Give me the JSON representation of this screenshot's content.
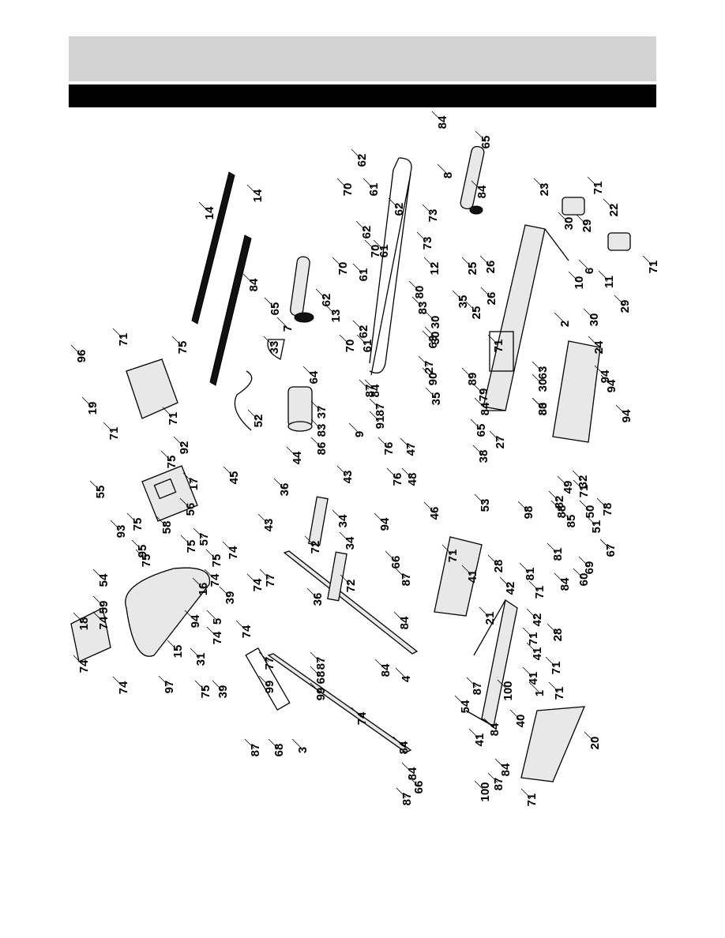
{
  "header": {
    "band_color": "#d3d3d3",
    "title_bar_color": "#000000"
  },
  "diagram": {
    "callouts": [
      "84",
      "65",
      "8",
      "84",
      "23",
      "71",
      "22",
      "71",
      "30",
      "29",
      "6",
      "11",
      "10",
      "30",
      "29",
      "25",
      "26",
      "35",
      "25",
      "26",
      "2",
      "62",
      "70",
      "61",
      "62",
      "73",
      "62",
      "70",
      "61",
      "73",
      "12",
      "62",
      "13",
      "70",
      "61",
      "80",
      "83",
      "30",
      "30",
      "63",
      "62",
      "70",
      "61",
      "71",
      "24",
      "94",
      "94",
      "94",
      "63",
      "30",
      "83",
      "80",
      "27",
      "35",
      "90",
      "89",
      "87",
      "84",
      "79",
      "84",
      "87",
      "91",
      "65",
      "9",
      "38",
      "27",
      "64",
      "86",
      "83",
      "37",
      "44",
      "33",
      "7",
      "65",
      "84",
      "14",
      "14",
      "96",
      "71",
      "19",
      "71",
      "75",
      "71",
      "92",
      "75",
      "52",
      "45",
      "55",
      "93",
      "75",
      "56",
      "17",
      "75",
      "58",
      "75",
      "95",
      "75",
      "57",
      "43",
      "36",
      "72",
      "34",
      "43",
      "36",
      "72",
      "34",
      "76",
      "47",
      "76",
      "48",
      "94",
      "46",
      "53",
      "49",
      "32",
      "71",
      "82",
      "50",
      "78",
      "88",
      "85",
      "51",
      "98",
      "81",
      "84",
      "60",
      "69",
      "67",
      "81",
      "71",
      "42",
      "28",
      "41",
      "71",
      "21",
      "66",
      "87",
      "84",
      "54",
      "59",
      "18",
      "74",
      "74",
      "74",
      "16",
      "74",
      "39",
      "5",
      "94",
      "74",
      "74",
      "74",
      "77",
      "99",
      "77",
      "99",
      "68",
      "87",
      "84",
      "4",
      "31",
      "74",
      "15",
      "97",
      "75",
      "39",
      "74",
      "3",
      "68",
      "87",
      "84",
      "84",
      "87",
      "66",
      "54",
      "100",
      "87",
      "84",
      "40",
      "41",
      "71",
      "42",
      "28",
      "41",
      "1",
      "71",
      "71",
      "41",
      "84",
      "87",
      "100",
      "20",
      "71"
    ]
  }
}
